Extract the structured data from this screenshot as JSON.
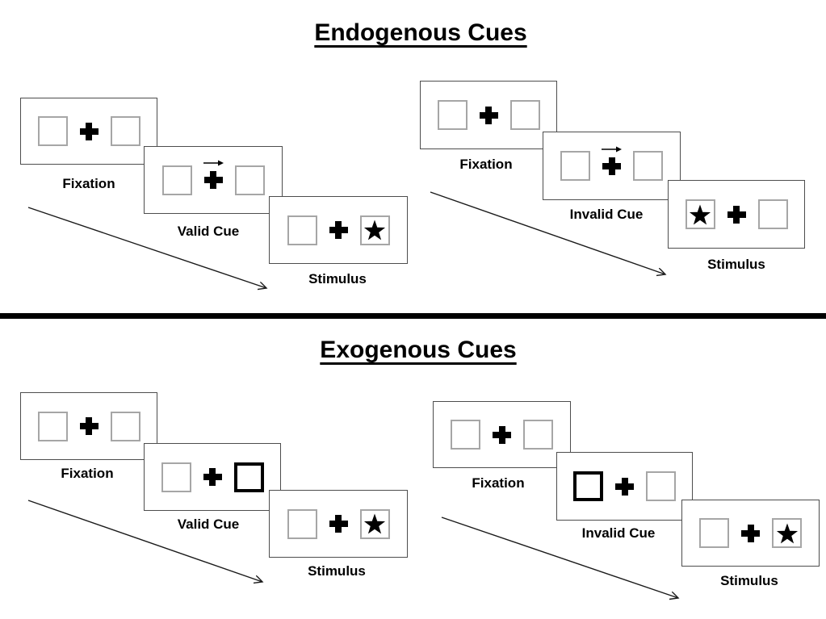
{
  "page": {
    "background": "#ffffff",
    "divider_color": "#000000"
  },
  "colors": {
    "panel_border": "#4d4d4d",
    "placeholder_box_border": "#a6a6a6",
    "cue_box_border": "#000000",
    "symbol": "#000000"
  },
  "icons": {
    "fixation_cross": "plus-icon (+)",
    "target": "star-icon (★)",
    "cue_direction": "right-arrow-icon (→)",
    "timeline": "diagonal-arrow-icon (↘)"
  },
  "sections": [
    {
      "title": "Endogenous Cues",
      "groups": [
        {
          "type": "valid",
          "panels": [
            {
              "label": "Fixation",
              "left": "empty",
              "center": "plus",
              "right": "empty",
              "cue_arrow": false
            },
            {
              "label": "Valid Cue",
              "left": "empty",
              "center": "plus-with-right-arrow",
              "right": "empty",
              "cue_arrow": true
            },
            {
              "label": "Stimulus",
              "left": "empty",
              "center": "plus",
              "right": "star",
              "cue_arrow": false
            }
          ]
        },
        {
          "type": "invalid",
          "panels": [
            {
              "label": "Fixation",
              "left": "empty",
              "center": "plus",
              "right": "empty",
              "cue_arrow": false
            },
            {
              "label": "Invalid Cue",
              "left": "empty",
              "center": "plus-with-right-arrow",
              "right": "empty",
              "cue_arrow": true
            },
            {
              "label": "Stimulus",
              "left": "star",
              "center": "plus",
              "right": "empty",
              "cue_arrow": false
            }
          ]
        }
      ]
    },
    {
      "title": "Exogenous Cues",
      "groups": [
        {
          "type": "valid",
          "panels": [
            {
              "label": "Fixation",
              "left": "empty",
              "center": "plus",
              "right": "empty",
              "cue_arrow": false
            },
            {
              "label": "Valid Cue",
              "left": "empty",
              "center": "plus",
              "right": "bold-empty",
              "cue_arrow": false
            },
            {
              "label": "Stimulus",
              "left": "empty",
              "center": "plus",
              "right": "star",
              "cue_arrow": false
            }
          ]
        },
        {
          "type": "invalid",
          "panels": [
            {
              "label": "Fixation",
              "left": "empty",
              "center": "plus",
              "right": "empty",
              "cue_arrow": false
            },
            {
              "label": "Invalid Cue",
              "left": "bold-empty",
              "center": "plus",
              "right": "empty",
              "cue_arrow": false
            },
            {
              "label": "Stimulus",
              "left": "empty",
              "center": "plus",
              "right": "star",
              "cue_arrow": false
            }
          ]
        }
      ]
    }
  ]
}
